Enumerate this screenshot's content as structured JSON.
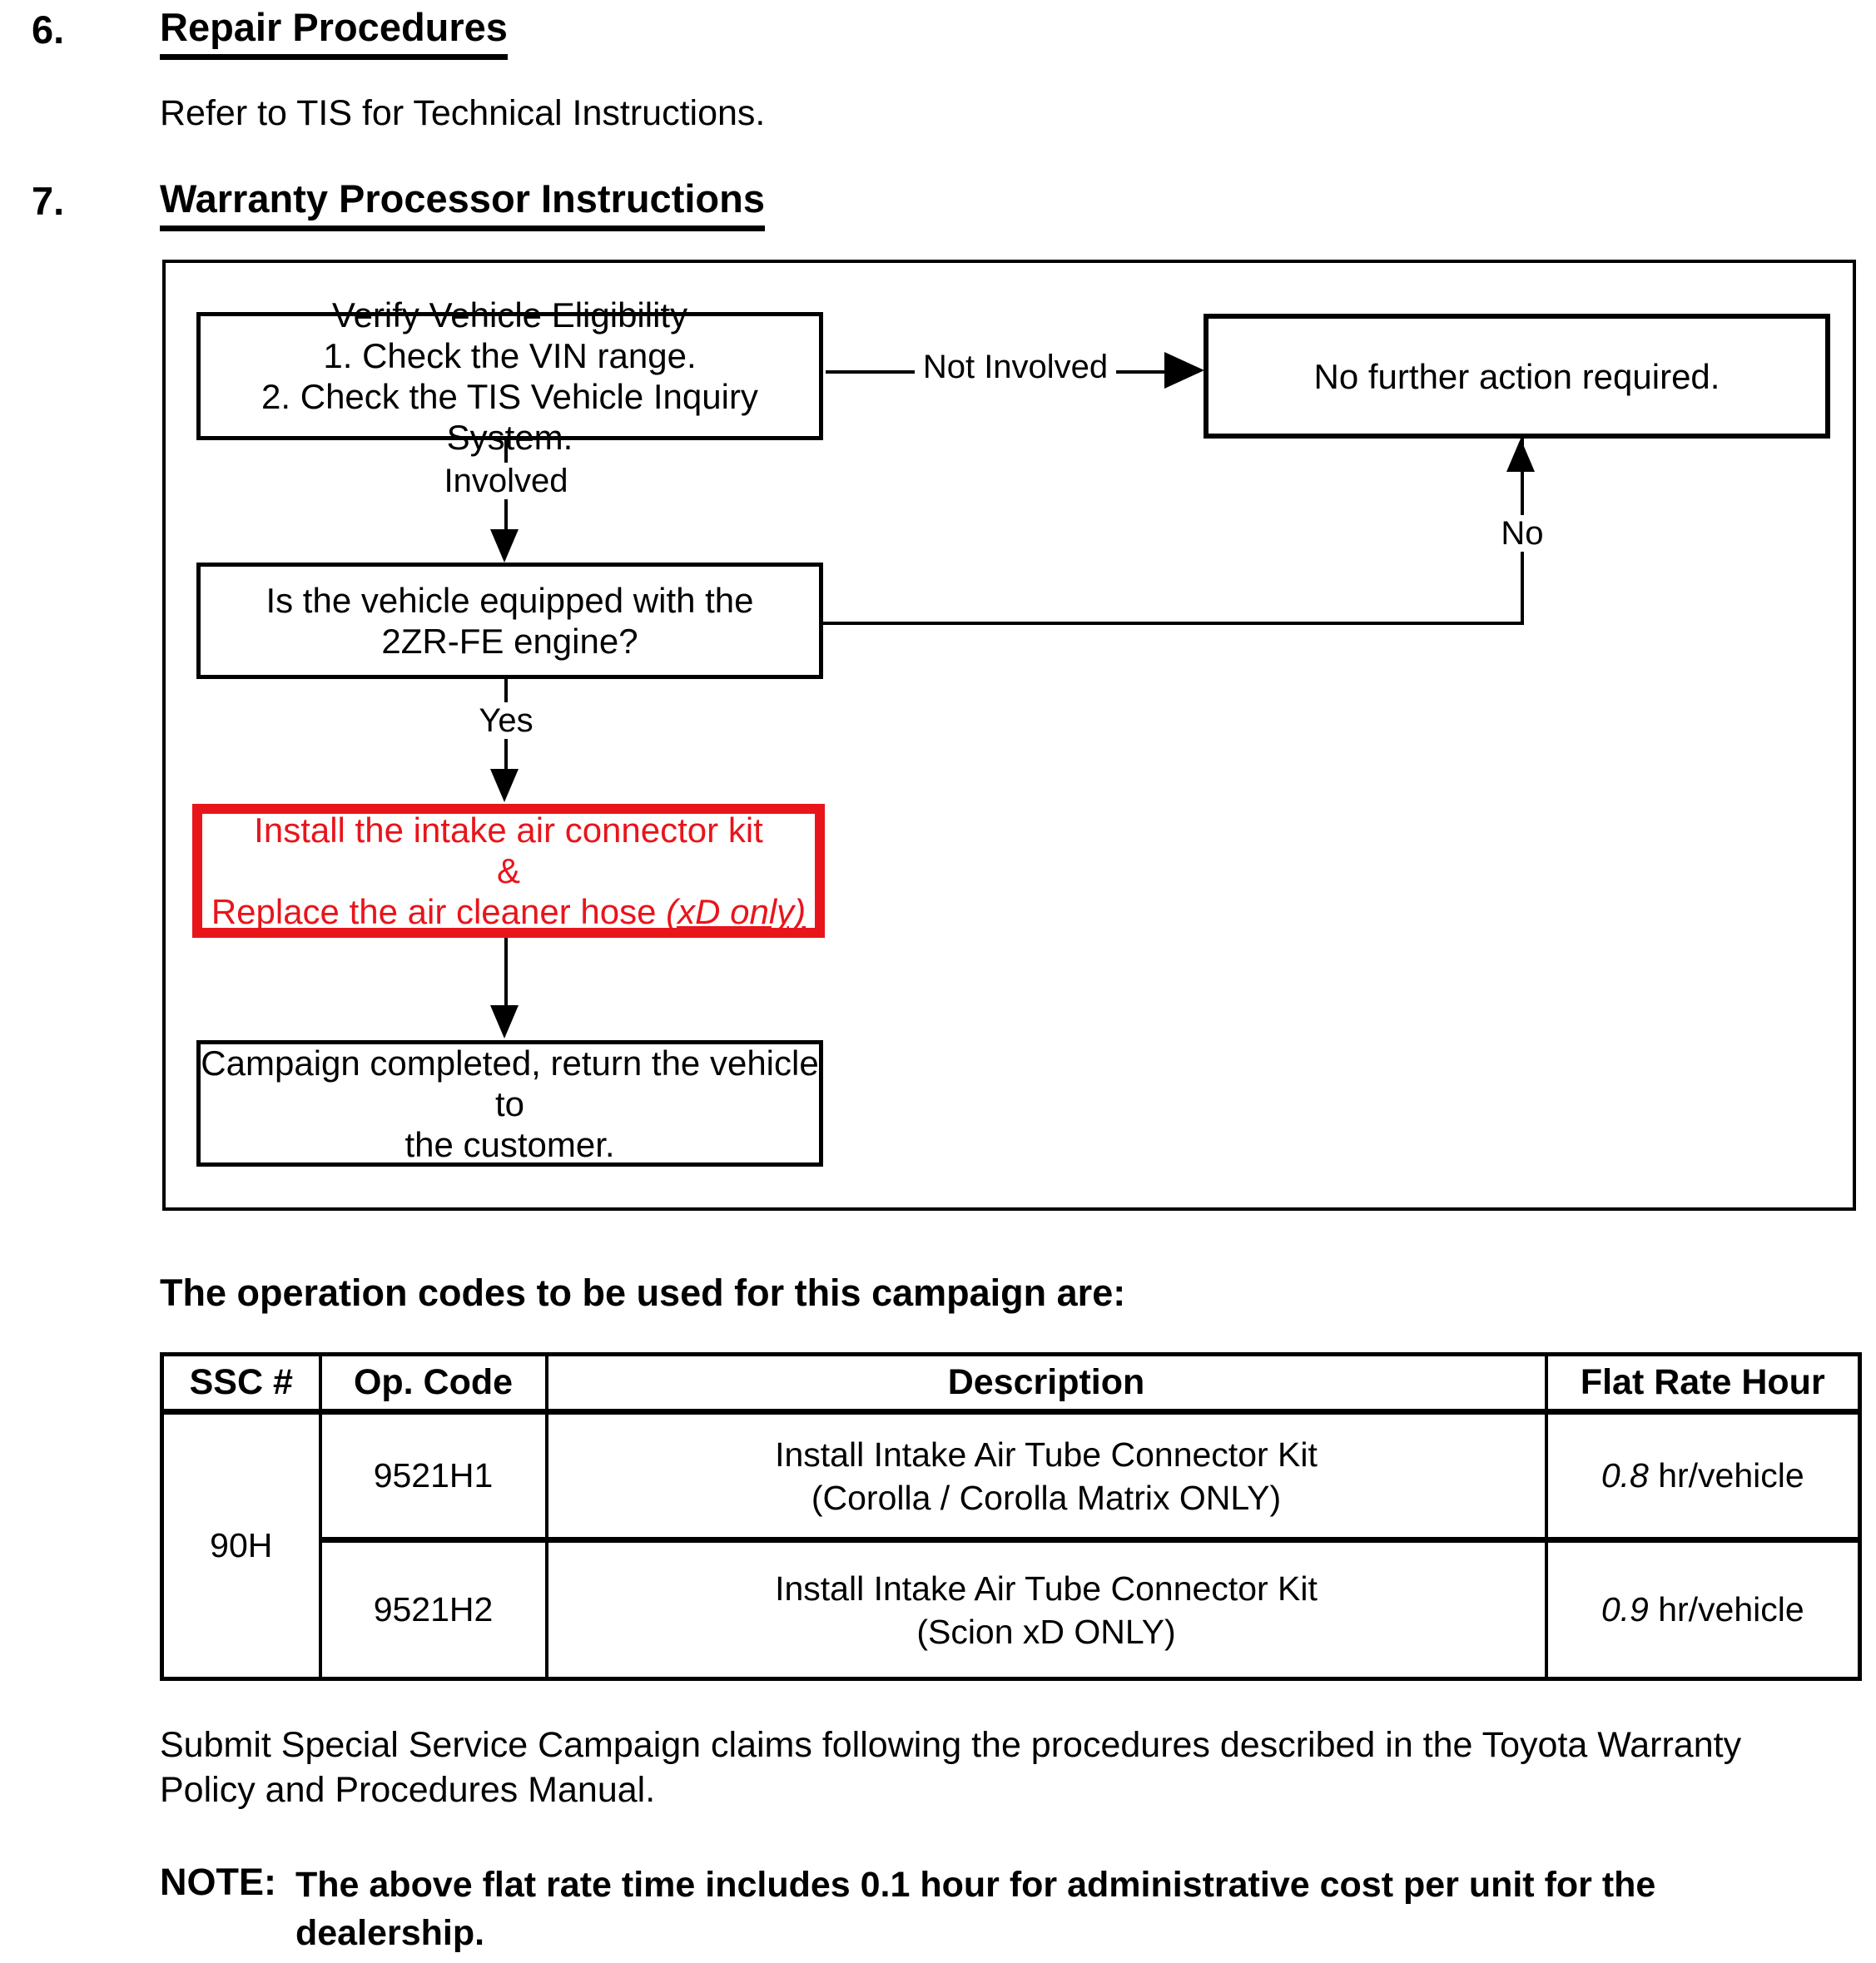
{
  "colors": {
    "accent_red": "#e8151b",
    "ink": "#000000",
    "paper": "#ffffff"
  },
  "sections": {
    "s6": {
      "number": "6.",
      "title": "Repair Procedures",
      "body": "Refer to TIS for Technical Instructions."
    },
    "s7": {
      "number": "7.",
      "title": "Warranty Processor Instructions"
    }
  },
  "flowchart": {
    "verify_box_lines": [
      "Verify Vehicle Eligibility",
      "1. Check the VIN range.",
      "2. Check the TIS Vehicle Inquiry System."
    ],
    "no_action_label": "No further action required.",
    "engine_box_lines": [
      "Is the vehicle equipped with the",
      "2ZR-FE engine?"
    ],
    "repair_box": {
      "line1": "Install the intake air connector kit",
      "line2": "&",
      "line3_text": "Replace the air cleaner hose ",
      "line3_emphasis": "(xD only)"
    },
    "campaign_box_lines": [
      "Campaign completed, return the vehicle to",
      "the customer."
    ],
    "labels": {
      "not_involved": "Not Involved",
      "involved": "Involved",
      "yes": "Yes",
      "no": "No"
    }
  },
  "operation_codes": {
    "heading": "The operation codes to be used for this campaign are:",
    "table": {
      "headers": [
        "SSC #",
        "Op. Code",
        "Description",
        "Flat Rate Hour"
      ],
      "ssc_number": "90H",
      "rows": [
        {
          "op_code": "9521H1",
          "description_lines": [
            "Install Intake Air Tube Connector Kit",
            "(Corolla / Corolla Matrix ONLY)"
          ],
          "flat_rate_value": "0.8",
          "flat_rate_unit": " hr/vehicle"
        },
        {
          "op_code": "9521H2",
          "description_lines": [
            "Install Intake Air Tube Connector Kit",
            "(Scion xD ONLY)"
          ],
          "flat_rate_value": "0.9",
          "flat_rate_unit": " hr/vehicle"
        }
      ]
    }
  },
  "footer": {
    "submit_lines": [
      "Submit Special Service Campaign claims following the procedures described in the Toyota Warranty",
      "Policy and Procedures Manual."
    ],
    "note_label": "NOTE:",
    "note_lines": [
      "The above flat rate time includes 0.1 hour for administrative cost per unit for the",
      "dealership."
    ]
  }
}
